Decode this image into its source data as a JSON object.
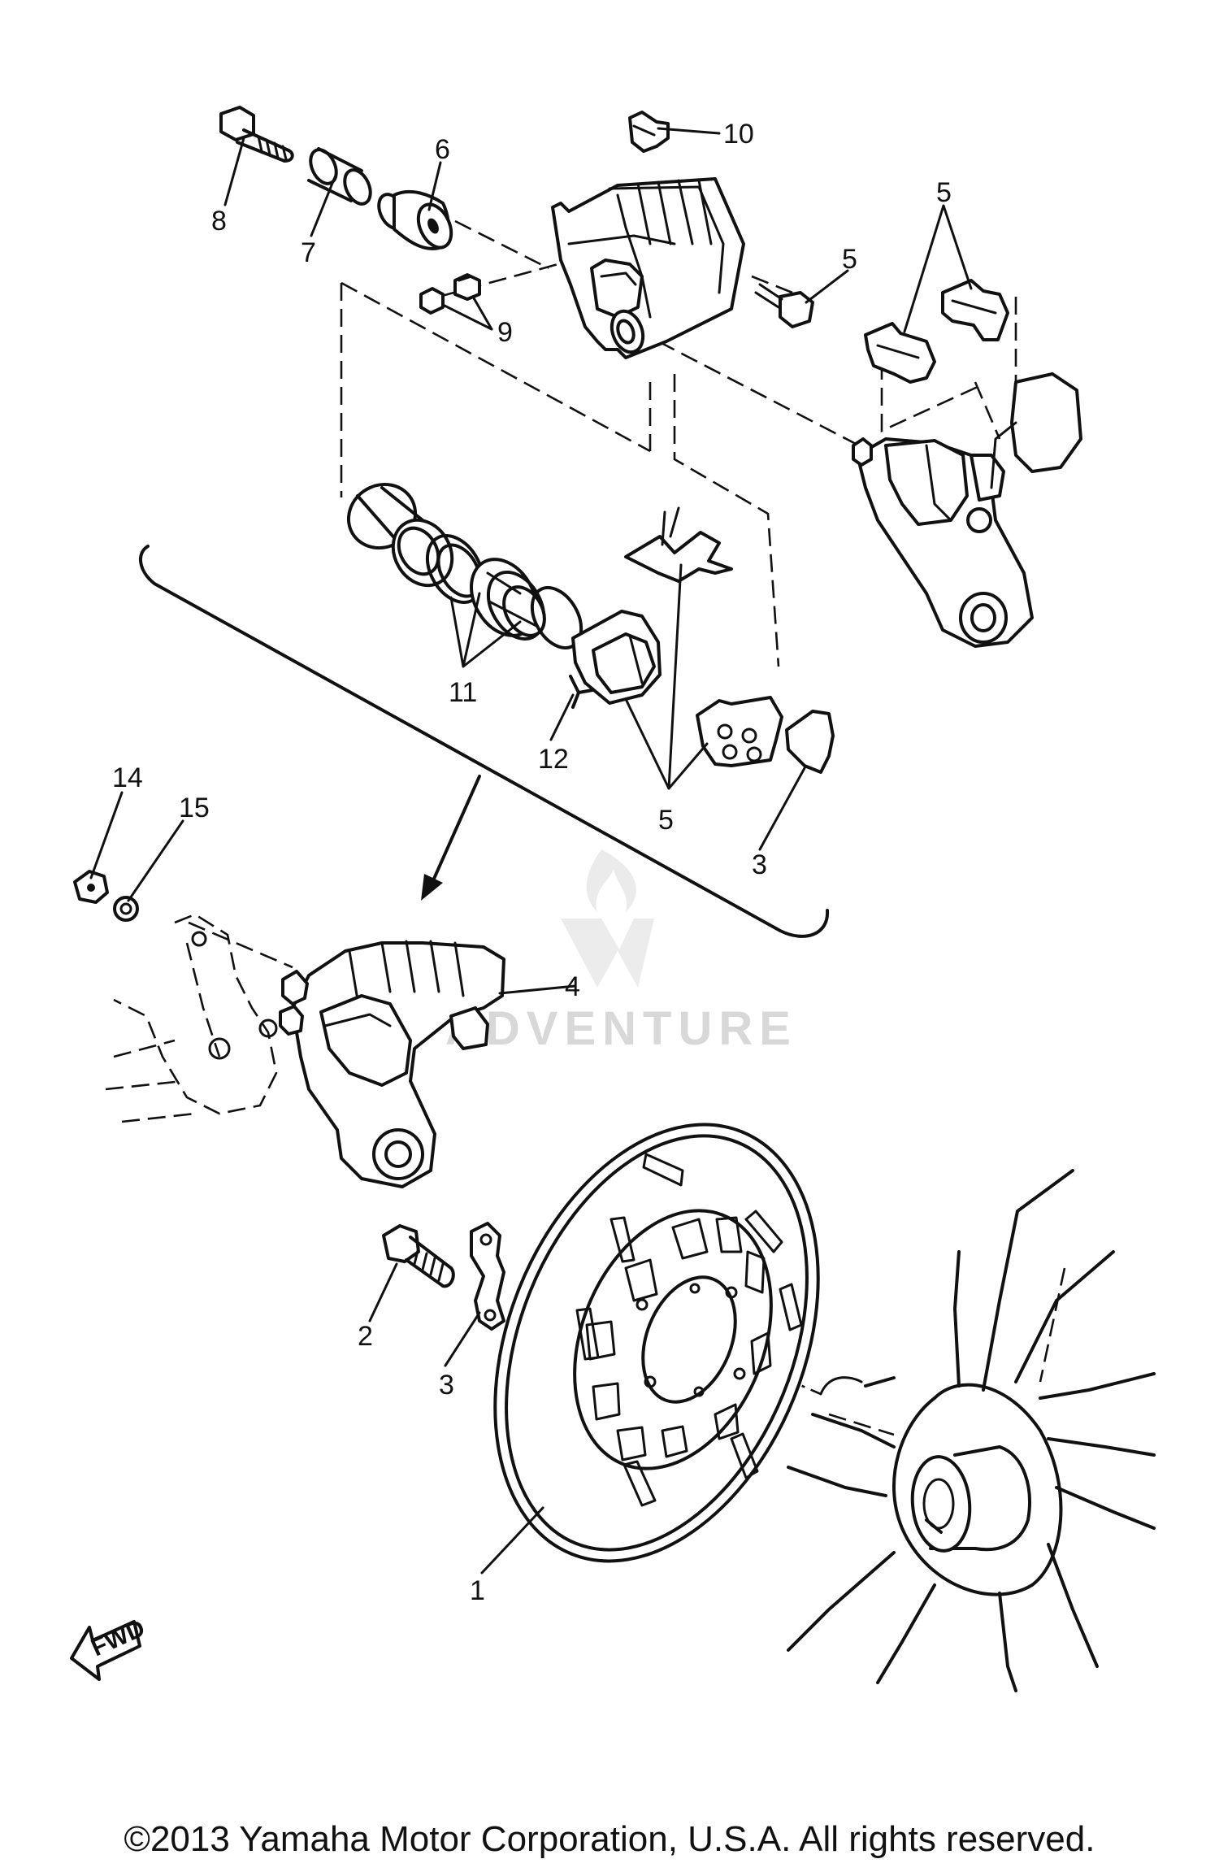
{
  "callouts": {
    "c1": "1",
    "c2": "2",
    "c3a": "3",
    "c3b": "3",
    "c4": "4",
    "c5a": "5",
    "c5b": "5",
    "c5c": "5",
    "c6": "6",
    "c7": "7",
    "c8": "8",
    "c9": "9",
    "c10": "10",
    "c11": "11",
    "c12": "12",
    "c14": "14",
    "c15": "15"
  },
  "fwd_label": "FWD",
  "watermark": {
    "text": "ADVENTURE",
    "color": "#d8d8d8"
  },
  "copyright": "©2013 Yamaha Motor Corporation, U.S.A. All rights reserved.",
  "colors": {
    "line": "#111111",
    "background": "#ffffff"
  }
}
